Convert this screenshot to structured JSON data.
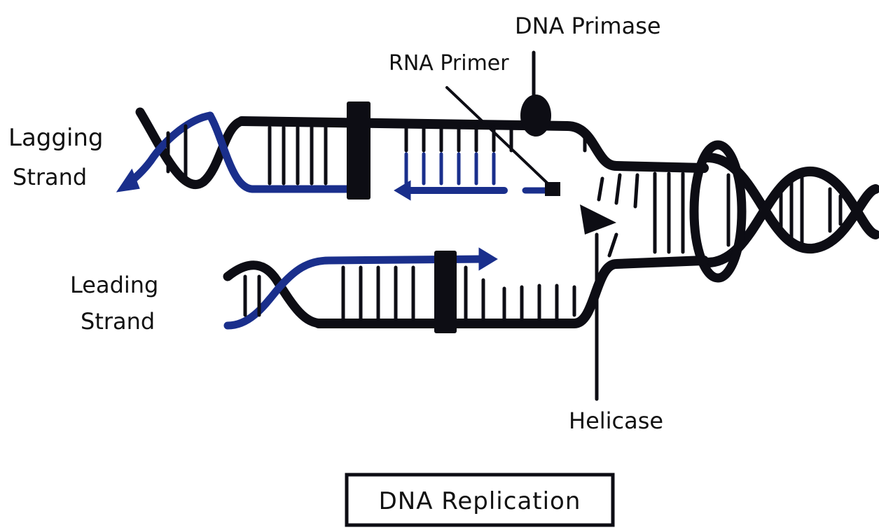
{
  "labels": {
    "lagging_strand": [
      "Lagging",
      "Strand"
    ],
    "leading_strand": [
      "Leading",
      "Strand"
    ],
    "rna_primer": "RNA Primer",
    "dna_primase": "DNA Primase",
    "helicase": "Helicase"
  },
  "title": "DNA Replication",
  "colors": {
    "parent_strand": "#0d0d14",
    "new_strand": "#1a2f8c",
    "background": "#ffffff"
  }
}
